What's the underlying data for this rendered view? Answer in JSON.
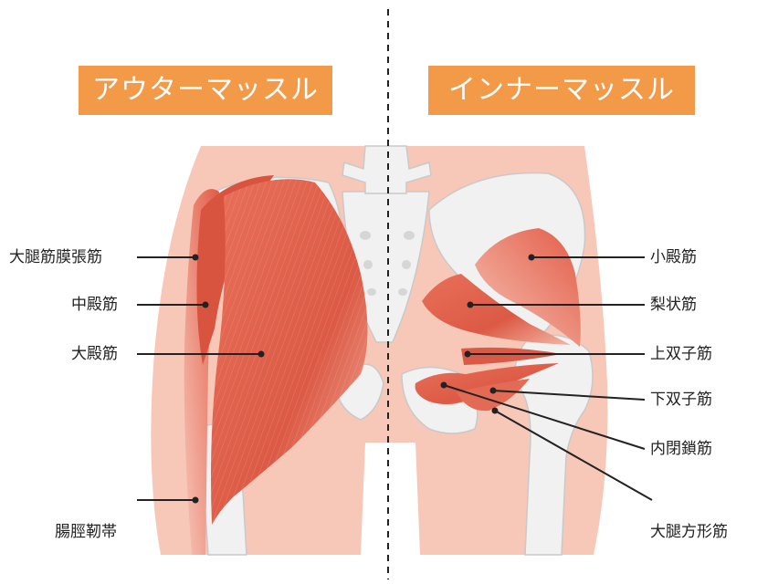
{
  "headings": {
    "outer": "アウターマッスル",
    "inner": "インナーマッスル"
  },
  "labels": {
    "tfl": "大腿筋膜張筋",
    "gluteus_medius": "中殿筋",
    "gluteus_maximus": "大殿筋",
    "it_band": "腸脛靭帯",
    "gluteus_minimus": "小殿筋",
    "piriformis": "梨状筋",
    "gemellus_superior": "上双子筋",
    "gemellus_inferior": "下双子筋",
    "obturator_internus": "内閉鎖筋",
    "quadratus_femoris": "大腿方形筋"
  },
  "colors": {
    "banner": "#f29a47",
    "skin": "#f7c8b8",
    "muscle": "#e0614c",
    "bone": "#f1f1f1",
    "leader_line": "#222222"
  }
}
